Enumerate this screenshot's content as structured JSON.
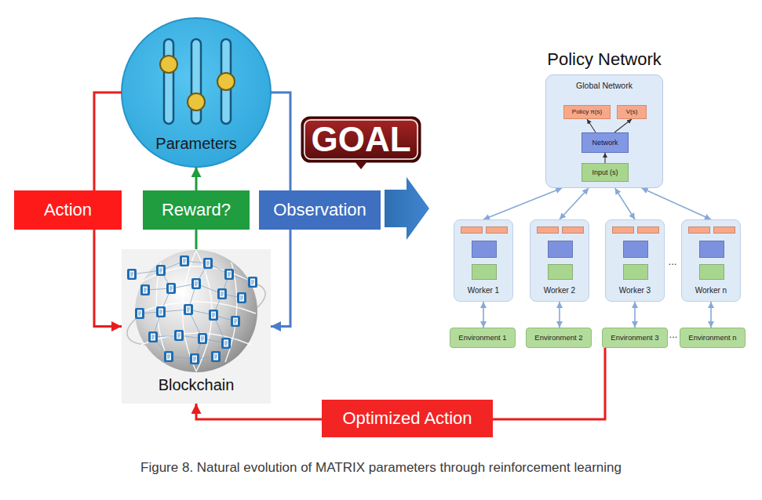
{
  "diagram": {
    "caption": "Figure 8. Natural evolution of MATRIX parameters through reinforcement learning",
    "nodes": [
      {
        "text": [
          "Parameters"
        ]
      },
      {
        "text": [
          "Blockchain"
        ]
      },
      {
        "text": [
          "GOAL"
        ]
      },
      {
        "text": [
          "Policy Network",
          "Global Network"
        ]
      },
      {
        "text": [
          "Policy π(s)"
        ],
        "in": 3
      },
      {
        "text": [
          "V(s)"
        ],
        "in": 3
      },
      {
        "text": [
          "Network"
        ],
        "in": 3
      },
      {
        "text": [
          "Input (s)"
        ],
        "in": 3
      },
      {
        "text": [
          "Worker 1"
        ]
      },
      {
        "text": [
          "Worker 2"
        ]
      },
      {
        "text": [
          "Worker 3"
        ]
      },
      {
        "text": [
          "Worker n"
        ]
      },
      {
        "text": [
          "Environment 1"
        ]
      },
      {
        "text": [
          "Environment 2"
        ]
      },
      {
        "text": [
          "Environment 3"
        ]
      },
      {
        "text": [
          "Environment n"
        ]
      }
    ],
    "edges": [
      {
        "from": 0,
        "to": 1,
        "label": "Action",
        "arrow": "to"
      },
      {
        "from": 1,
        "to": 0,
        "label": "Reward?",
        "arrow": "to"
      },
      {
        "from": 0,
        "to": 1,
        "label": "Observation",
        "arrow": "to"
      },
      {
        "from": 7,
        "to": 6,
        "arrow": "to"
      },
      {
        "from": 6,
        "to": 4,
        "arrow": "to"
      },
      {
        "from": 6,
        "to": 5,
        "arrow": "to"
      },
      {
        "from": 3,
        "to": 8,
        "arrow": "both"
      },
      {
        "from": 3,
        "to": 9,
        "arrow": "both"
      },
      {
        "from": 3,
        "to": 10,
        "arrow": "both"
      },
      {
        "from": 3,
        "to": 11,
        "arrow": "both"
      },
      {
        "from": 8,
        "to": 12,
        "arrow": "both"
      },
      {
        "from": 9,
        "to": 13,
        "arrow": "both"
      },
      {
        "from": 10,
        "to": 14,
        "arrow": "both"
      },
      {
        "from": 11,
        "to": 15,
        "arrow": "both"
      },
      {
        "from": 14,
        "to": 1,
        "label": "Optimized Action",
        "arrow": "to"
      }
    ],
    "labels": [
      "...",
      "..."
    ]
  }
}
